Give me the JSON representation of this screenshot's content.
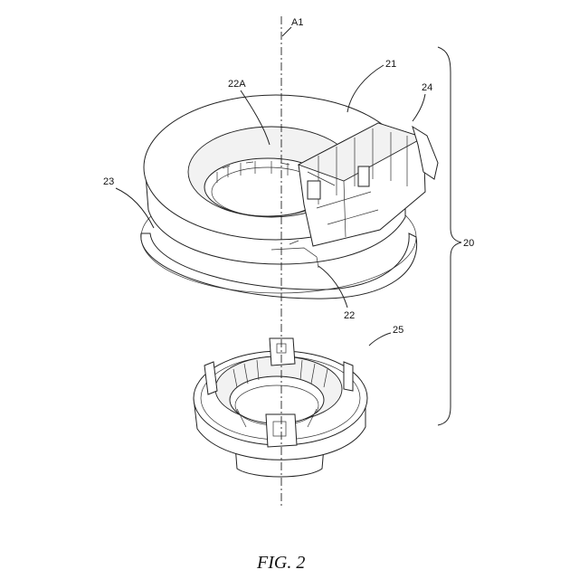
{
  "figure": {
    "caption": "FIG. 2"
  },
  "labels": {
    "axis": "A1",
    "part_21": "21",
    "part_22a": "22A",
    "part_24": "24",
    "part_23": "23",
    "part_20": "20",
    "part_22": "22",
    "part_25": "25"
  }
}
